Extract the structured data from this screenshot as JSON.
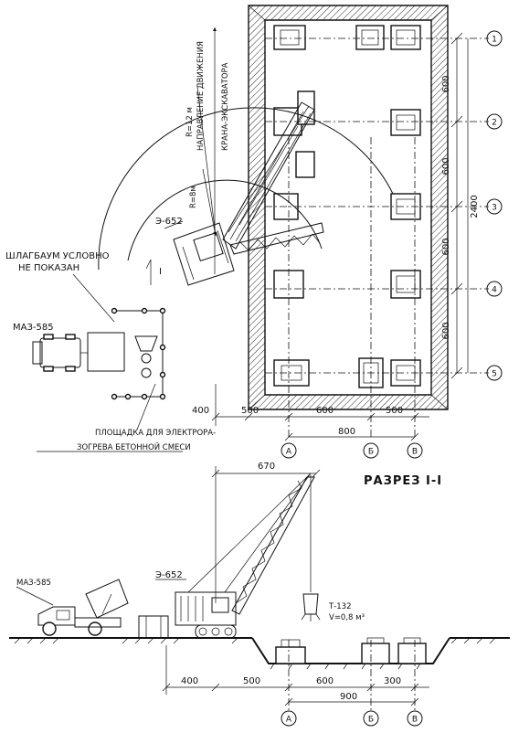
{
  "labels": {
    "barrier_note_1": "ШЛАГБАУМ УСЛОВНО",
    "barrier_note_2": "НЕ ПОКАЗАН",
    "truck_plan": "МАЗ-585",
    "crane_plan": "Э-652",
    "radius_big": "R=12 м",
    "radius_small": "R=8м",
    "direction_1": "НАПРАВЛЕНИЕ ДВИЖЕНИЯ",
    "direction_2": "КРАНА-ЭКСКАВАТОРА",
    "pad_note_1": "ПЛОЩАДКА ДЛЯ ЭЛЕКТРОРА-",
    "pad_note_2": "ЗОГРЕВА БЕТОННОЙ СМЕСИ",
    "section_marker": "I",
    "section_title": "РАЗРЕЗ I-I",
    "truck_section": "МАЗ-585",
    "crane_section": "Э-652",
    "bucket_1": "Т-132",
    "bucket_2": "V=0,8 м³"
  },
  "plan_dimensions": {
    "side": [
      "600",
      "600",
      "600",
      "600"
    ],
    "total": "2400",
    "bottom_left": "400",
    "bottom": [
      "500",
      "600",
      "500"
    ],
    "bottom_total": "800"
  },
  "section_dimensions": {
    "boom_reach": "670",
    "bottom": [
      "400",
      "500",
      "600",
      "300"
    ],
    "bottom_total": "900"
  },
  "axes": {
    "rows": [
      "1",
      "2",
      "3",
      "4",
      "5"
    ],
    "plan_columns": [
      "А",
      "Б",
      "В"
    ],
    "section_columns": [
      "А",
      "Б",
      "В"
    ]
  }
}
